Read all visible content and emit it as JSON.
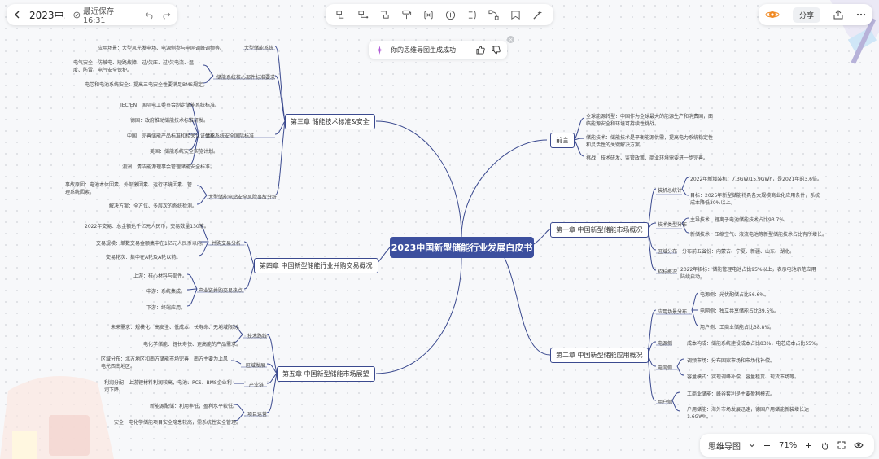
{
  "header": {
    "title": "2023中…",
    "save_status": "最近保存 16:31",
    "share_label": "分享"
  },
  "toast": {
    "text": "你的思维导图生成成功"
  },
  "bottom": {
    "mode": "思维导图",
    "zoom": "71%"
  },
  "root": "2023中国新型储能行业发展白皮书",
  "chapters": {
    "preface": "前言",
    "ch1": "第一章 中国新型储能市场概况",
    "ch2": "第二章 中国新型储能应用概况",
    "ch3": "第三章 储能技术标准&安全",
    "ch4": "第四章 中国新型储能行业并购交易概况",
    "ch5": "第五章 中国新型储能市场展望"
  },
  "preface_items": [
    "全球能源转型：中国作为全球最大的能源生产和消费国，面临能源安全和环境可持续性挑战。",
    "储能技术：储能技术是平衡能源供需，提高电力系统稳定性和灵活性的关键解决方案。",
    "挑战：技术研发、监管政策、商业环境需要进一步完善。"
  ],
  "ch1_groups": [
    "装机总统计",
    "技术类型分布",
    "区域分布",
    "招标概况"
  ],
  "ch1_items": [
    "2022年新增装机：7.3GW/15.9GWh，是2021年的3.6倍。",
    "目标：2025年新型储能将具备大规模商业化应用条件，系统成本降低30%以上。",
    "主导技术：锂离子电池储能技术占比93.7%。",
    "新储技术：压缩空气、液流电池等新型储能技术占比有所增长。",
    "分布前五省份：内蒙古、宁夏、新疆、山东、湖北。",
    "2022年招标：储能管理电池占比95%以上，表示电池示范应用陆续启动。"
  ],
  "ch2_groups": [
    "应用场景分布",
    "电源侧",
    "电网侧",
    "用户侧"
  ],
  "ch2_items": [
    "电源侧：光伏配储占比56.6%。",
    "电网侧：独立共享储能占比39.5%。",
    "用户侧：工商业储能占比38.8%。",
    "成本构成：储能系统建设成本占比83%，电芯成本占比55%。",
    "调频市场：分布国家市场和市场化补偿。",
    "容量模式：实现调峰补偿、容量租赁、现货市场等。",
    "工商业储能：峰谷套利是主要盈利模式。",
    "户用储能：海外市场发展迅速，德国户用储能新装增长达1.6GWh。"
  ],
  "ch3_groups": [
    "大型储能系统",
    "储能系统核心部件标准要求",
    "储能系统安全国际标准",
    "大型储能电站安全风险事故分析"
  ],
  "ch3_items": [
    "应用场景：大型风光发电场、电源侧参与电网调峰调频等。",
    "电气安全：防触电、短路故障、过/欠压、过/欠电流、温度、防雷、电气安全保护。",
    "电芯和电池系统安全：提高三电安全性要满足BMS规定。",
    "IEC/EN：国际电工委员会制定储能系统标准。",
    "德国：政府推动储能技术标准研发。",
    "中国：完善储能产品标准和相关认证体系。",
    "美国：储能系统安全实施计划。",
    "澳洲：清洁能源理事会管理储能安全标准。",
    "事故原因：电池本体因素、外部激因素、运行环境因素、管理系统因素。",
    "解决方案：全方位、多层次的系统检测。"
  ],
  "ch4_groups": [
    "并购交易分析",
    "产业链并购交易热点"
  ],
  "ch4_items": [
    "2022年交易：总金额达千亿元人民币，交易数量130笔。",
    "交易规模：单数交易金额集中在1亿元人民币以内。",
    "交易轮次：集中在A轮及A轮以前。",
    "上游：核心材料与部件。",
    "中游：系统集成。",
    "下游：终端应用。"
  ],
  "ch5_groups": [
    "技术路线",
    "区域发展",
    "产业链",
    "项目运营"
  ],
  "ch5_items": [
    "未来需求：规模化、高安全、低成本、长寿命、无地域限制。",
    "电化学储能：锂长寿快、更高能的产品需求。",
    "区域分布：北方地区和南方储能市场完善，南方主要为上风电光西南地区。",
    "利润分配：上游锂材料利润较高，电池、PCS、BMS企业利润下降。",
    "新能源配储：利用率低，盈利水平较低。",
    "安全：电化学储能项目安全隐患较高，需系统性安全管理。"
  ],
  "colors": {
    "accent": "#3c4f9e",
    "line": "#3b4a8f"
  }
}
